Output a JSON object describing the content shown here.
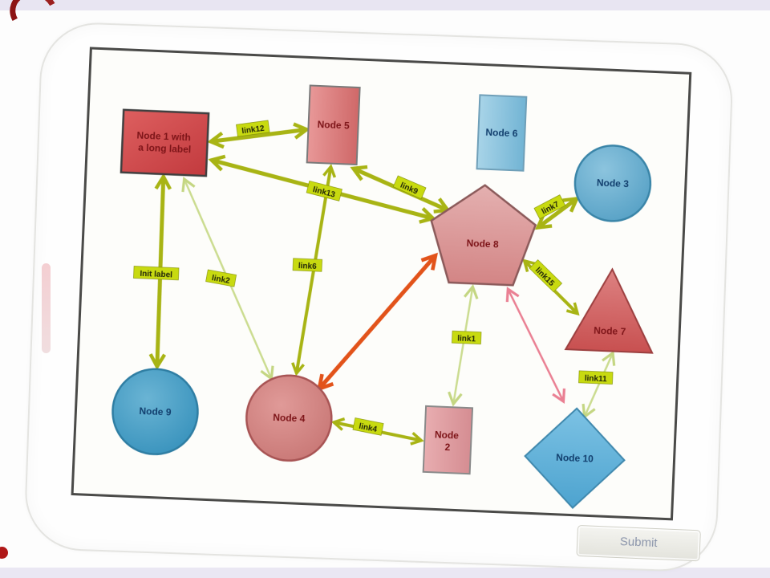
{
  "app": {
    "submit_label": "Submit"
  },
  "diagram": {
    "nodes": [
      {
        "id": "node1",
        "label": "Node 1 with a long label",
        "lines": [
          "Node 1 with",
          "a long label"
        ],
        "shape": "square",
        "color": "red"
      },
      {
        "id": "node5",
        "label": "Node 5",
        "shape": "rectangle",
        "color": "red"
      },
      {
        "id": "node6",
        "label": "Node 6",
        "shape": "rectangle",
        "color": "blue"
      },
      {
        "id": "node3",
        "label": "Node 3",
        "shape": "circle",
        "color": "blue"
      },
      {
        "id": "node8",
        "label": "Node 8",
        "shape": "pentagon",
        "color": "red"
      },
      {
        "id": "node7",
        "label": "Node 7",
        "shape": "triangle",
        "color": "red"
      },
      {
        "id": "node10",
        "label": "Node 10",
        "shape": "diamond",
        "color": "blue"
      },
      {
        "id": "node2",
        "label": "Node 2",
        "lines": [
          "Node",
          "2"
        ],
        "shape": "rectangle",
        "color": "red"
      },
      {
        "id": "node4",
        "label": "Node 4",
        "shape": "circle",
        "color": "red"
      },
      {
        "id": "node9",
        "label": "Node 9",
        "shape": "circle",
        "color": "blue"
      }
    ],
    "links": [
      {
        "label": "link12",
        "from": "node5",
        "to": "node1",
        "style": "olive"
      },
      {
        "label": "link13",
        "from": "node8",
        "to": "node1",
        "style": "olive"
      },
      {
        "label": "link9",
        "from": "node5",
        "to": "node8",
        "style": "olive"
      },
      {
        "label": "Init label",
        "from": "node1",
        "to": "node9",
        "style": "olive"
      },
      {
        "label": "link2",
        "from": "node4",
        "to": "node1",
        "style": "pale"
      },
      {
        "label": "link6",
        "from": "node4",
        "to": "node5",
        "style": "olive"
      },
      {
        "label": "link7",
        "from": "node8",
        "to": "node3",
        "style": "olive"
      },
      {
        "label": "link15",
        "from": "node8",
        "to": "node7",
        "style": "olive"
      },
      {
        "label": "link1",
        "from": "node8",
        "to": "node2",
        "style": "pale"
      },
      {
        "label": "link4",
        "from": "node4",
        "to": "node2",
        "style": "olive"
      },
      {
        "label": "link11",
        "from": "node7",
        "to": "node10",
        "style": "pale"
      },
      {
        "label": "",
        "from": "node4",
        "to": "node8",
        "style": "orange"
      },
      {
        "label": "",
        "from": "node8",
        "to": "node10",
        "style": "pink"
      }
    ],
    "colors": {
      "edge_olive": "#a8b414",
      "edge_pale": "#cbdc90",
      "edge_orange": "#e2531a",
      "edge_pink": "#ea8093",
      "label_bg": "#c8da10",
      "node_red": "#d05858",
      "node_blue": "#5aa8cc"
    }
  }
}
